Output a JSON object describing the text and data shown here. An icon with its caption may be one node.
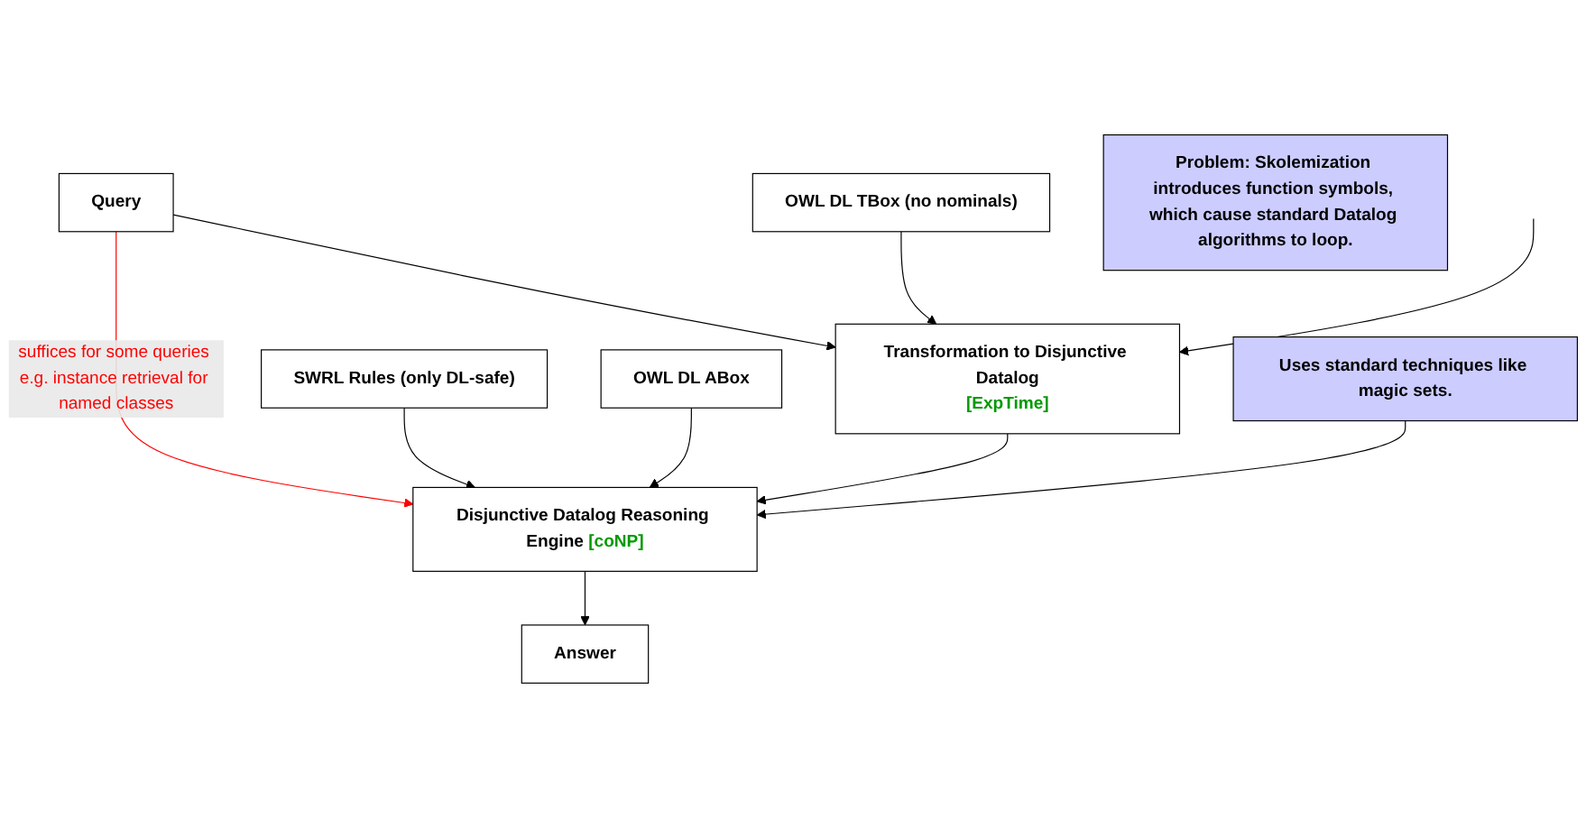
{
  "diagram": {
    "nodes": [
      {
        "text": [
          "Query"
        ]
      },
      {
        "text": [
          "OWL DL TBox (no nominals)"
        ]
      },
      {
        "text": [
          "SWRL Rules (only DL-safe)"
        ]
      },
      {
        "text": [
          "OWL DL ABox"
        ]
      },
      {
        "text": [
          "Problem: Skolemization introduces function symbols, which cause standard Datalog algorithms to loop."
        ]
      },
      {
        "text": [
          "Transformation to Disjunctive Datalog",
          "[ExpTime]"
        ]
      },
      {
        "text": [
          "Uses standard techniques like magic sets."
        ]
      },
      {
        "text": [
          "Disjunctive Datalog Reasoning Engine",
          "[coNP]"
        ]
      },
      {
        "text": [
          "Answer"
        ]
      }
    ],
    "edges": [
      {
        "from": 0,
        "to": 5,
        "arrow": "to"
      },
      {
        "from": 1,
        "to": 5,
        "arrow": "to"
      },
      {
        "from": 0,
        "to": 7,
        "arrow": "to",
        "label": "suffices for some queries e.g. instance retrieval for named classes",
        "color": "#ff0000"
      },
      {
        "from": 2,
        "to": 7,
        "arrow": "to"
      },
      {
        "from": 3,
        "to": 7,
        "arrow": "to"
      },
      {
        "from": null,
        "to": 5,
        "arrow": "to"
      },
      {
        "from": 5,
        "to": 7,
        "arrow": "to"
      },
      {
        "from": 6,
        "to": 7,
        "arrow": "to"
      },
      {
        "from": 7,
        "to": 8,
        "arrow": "to"
      }
    ]
  }
}
